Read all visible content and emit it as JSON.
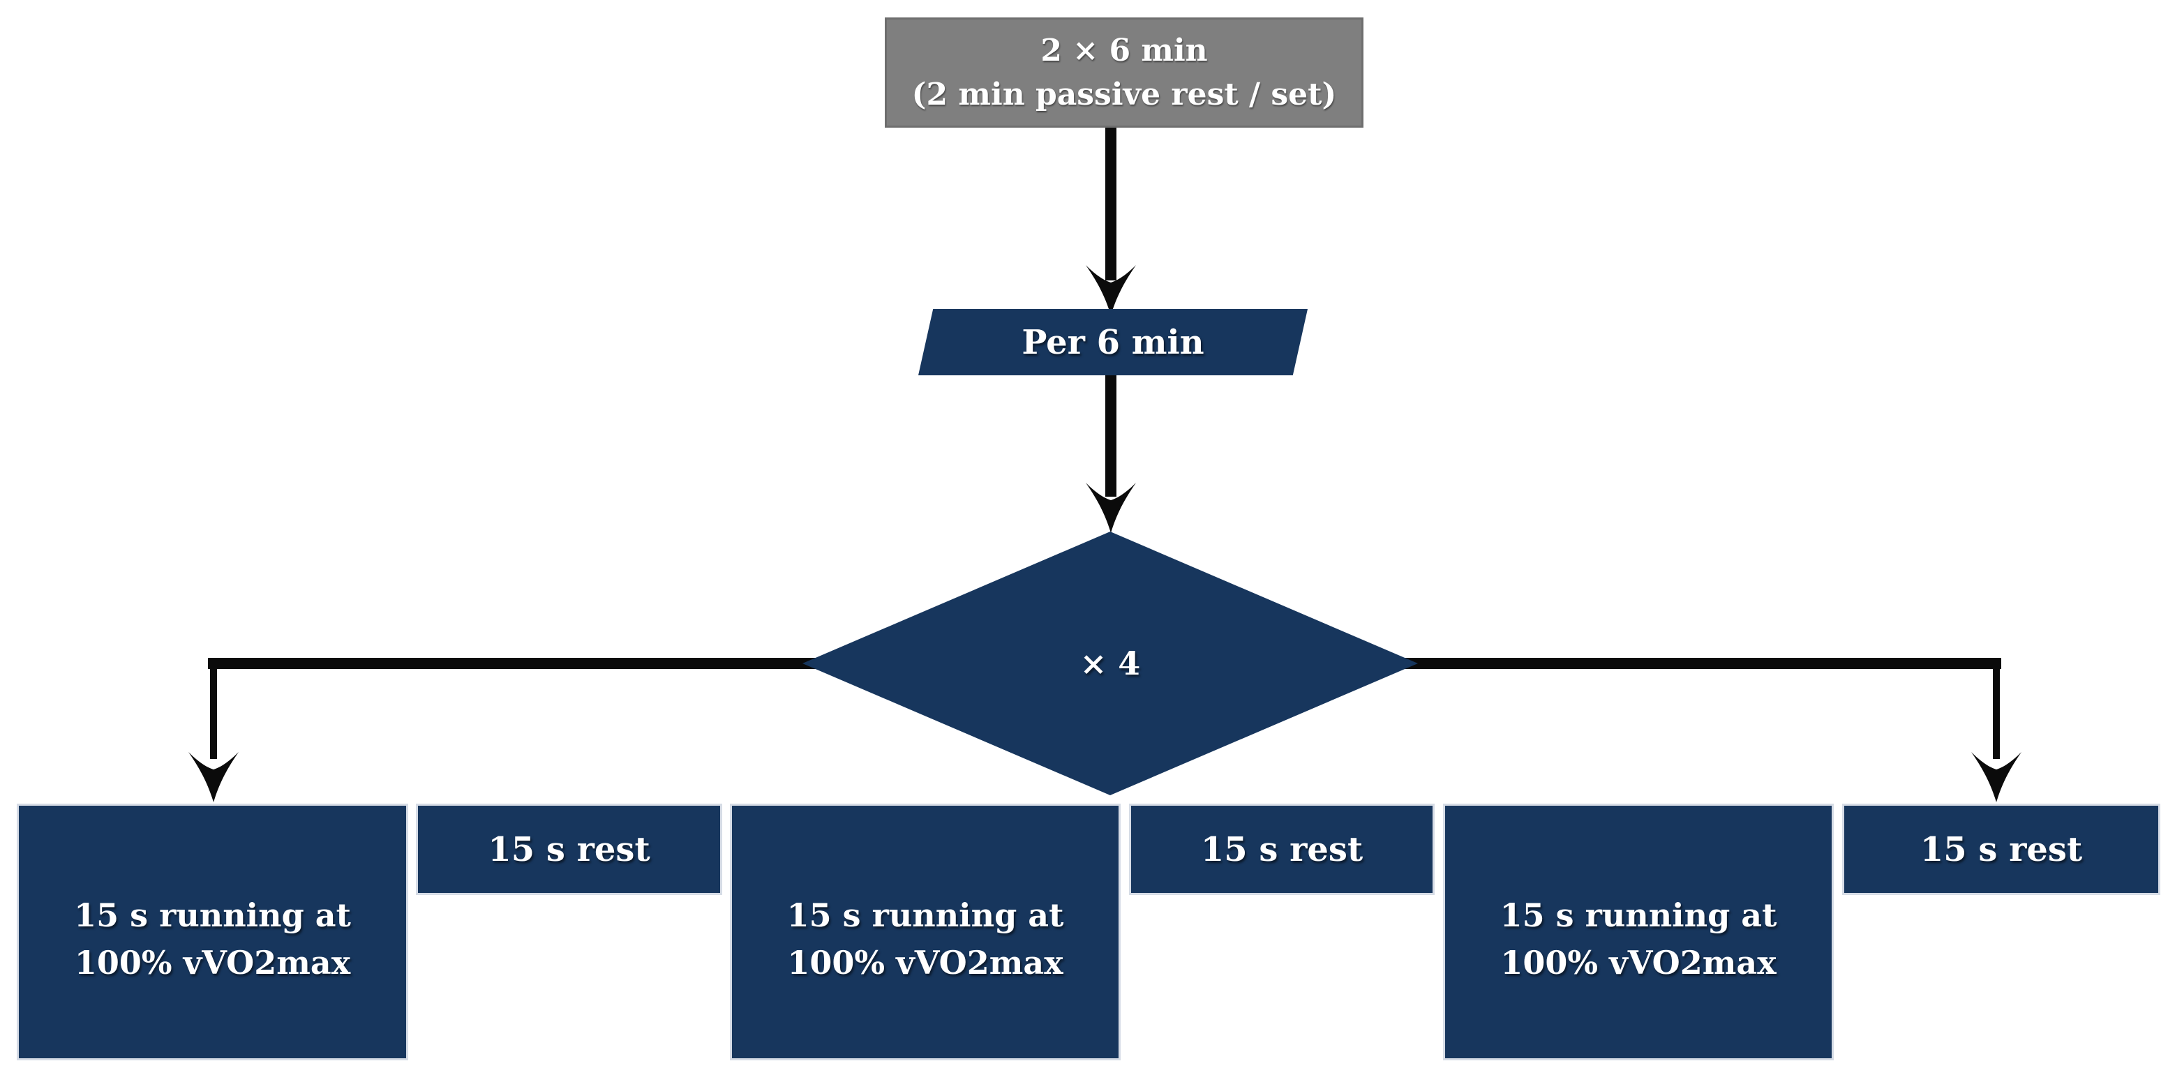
{
  "flowchart": {
    "start_box": {
      "line1": "2 × 6 min",
      "line2": "(2 min passive rest / set)"
    },
    "per_interval": {
      "label": "Per 6 min"
    },
    "loop_diamond": {
      "label": "× 4"
    },
    "sequence": [
      {
        "kind": "running",
        "line1": "15 s running at",
        "line2": "100% vVO2max"
      },
      {
        "kind": "rest",
        "label": "15 s rest"
      },
      {
        "kind": "running",
        "line1": "15 s running at",
        "line2": "100% vVO2max"
      },
      {
        "kind": "rest",
        "label": "15 s rest"
      },
      {
        "kind": "running",
        "line1": "15 s running at",
        "line2": "100% vVO2max"
      },
      {
        "kind": "rest",
        "label": "15 s rest"
      }
    ],
    "colors": {
      "node_navy": "#17365d",
      "start_gray": "#7f7f7f",
      "arrow_black": "#0b0b0b",
      "label_white": "#ffffff"
    }
  }
}
